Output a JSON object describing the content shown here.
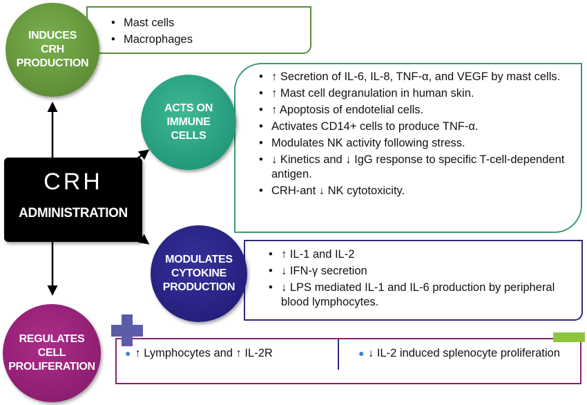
{
  "crh": {
    "title": "CRH",
    "subtitle": "ADMINISTRATION"
  },
  "nodes": {
    "induces": {
      "label": "INDUCES\nCRH\nPRODUCTION",
      "color": "#5e8d35",
      "items": [
        "Mast cells",
        "Macrophages"
      ]
    },
    "immune": {
      "label": "ACTS ON\nIMMUNE\nCELLS",
      "color": "#22987a",
      "items": [
        "↑ Secretion of IL-6, IL-8, TNF-α, and VEGF by mast cells.",
        "↑ Mast cell degranulation in human skin.",
        "↑ Apoptosis of endotelial cells.",
        "Activates CD14+ cells to produce TNF-α.",
        "Modulates NK activity following stress.",
        "↓ Kinetics and ↓ IgG response to specific T-cell-dependent antigen.",
        "CRH-ant ↓ NK cytotoxicity."
      ]
    },
    "cytokine": {
      "label": "MODULATES\nCYTOKINE\nPRODUCTION",
      "color": "#241f7c",
      "items": [
        "↑ IL-1 and IL-2",
        "↓ IFN-γ secretion",
        "↓ LPS mediated IL-1 and IL-6 production by peripheral blood lymphocytes."
      ]
    },
    "proliferation": {
      "label": "REGULATES\nCELL\nPROLIFERATION",
      "color": "#8c1d70",
      "increase": "↑ Lymphocytes and ↑ IL-2R",
      "decrease": "↓ IL-2 induced splenocyte proliferation"
    }
  }
}
